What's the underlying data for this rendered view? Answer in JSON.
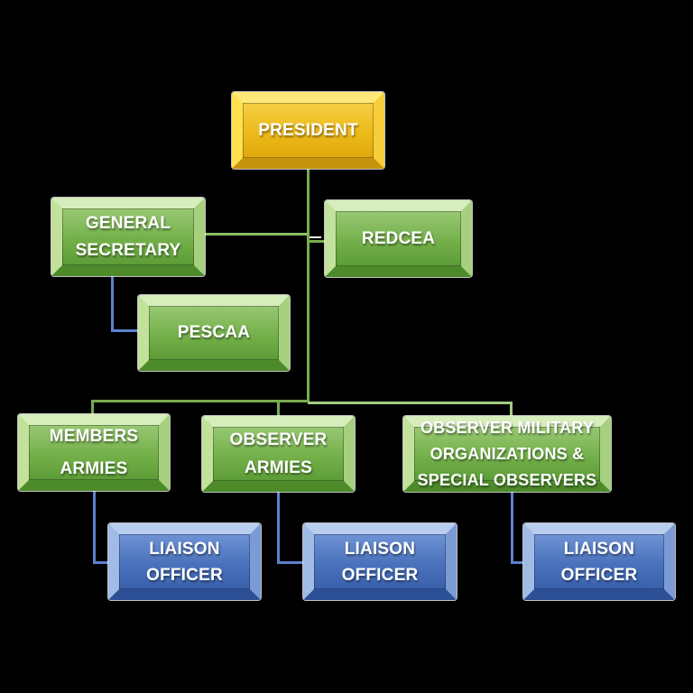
{
  "title": "Organization chart",
  "colors": {
    "background": "#000000",
    "gold_box": "#EDBA1A",
    "green_box": "#74B04A",
    "blue_box": "#4A72BC",
    "green_connector": "#76AC4E",
    "green_connector_light": "#A2CC80",
    "blue_connector": "#5C82CC",
    "text": "#FFFFFF"
  },
  "nodes": {
    "president": {
      "lines": [
        "PRESIDENT"
      ],
      "style": "gold"
    },
    "general_secretary": {
      "lines": [
        "GENERAL",
        "SECRETARY"
      ],
      "style": "green"
    },
    "redcea": {
      "lines": [
        "REDCEA"
      ],
      "style": "green"
    },
    "pescaa": {
      "lines": [
        "PESCAA"
      ],
      "style": "green"
    },
    "members_armies": {
      "lines": [
        "MEMBERS",
        "ARMIES"
      ],
      "style": "green"
    },
    "observer_armies": {
      "lines": [
        "OBSERVER",
        "ARMIES"
      ],
      "style": "green"
    },
    "observer_military": {
      "lines": [
        "OBSERVER MILITARY",
        "ORGANIZATIONS &",
        "SPECIAL OBSERVERS"
      ],
      "style": "green"
    },
    "liaison_members": {
      "lines": [
        "LIAISON",
        "OFFICER"
      ],
      "style": "blue"
    },
    "liaison_observer": {
      "lines": [
        "LIAISON",
        "OFFICER"
      ],
      "style": "blue"
    },
    "liaison_military": {
      "lines": [
        "LIAISON",
        "OFFICER"
      ],
      "style": "blue"
    }
  },
  "edges": [
    {
      "from": "president",
      "to": "general_secretary",
      "color": "green"
    },
    {
      "from": "president",
      "to": "redcea",
      "color": "green"
    },
    {
      "from": "president",
      "to": "members_armies",
      "color": "green"
    },
    {
      "from": "president",
      "to": "observer_armies",
      "color": "green"
    },
    {
      "from": "president",
      "to": "observer_military",
      "color": "green"
    },
    {
      "from": "general_secretary",
      "to": "pescaa",
      "color": "blue"
    },
    {
      "from": "members_armies",
      "to": "liaison_members",
      "color": "blue"
    },
    {
      "from": "observer_armies",
      "to": "liaison_observer",
      "color": "blue"
    },
    {
      "from": "observer_military",
      "to": "liaison_military",
      "color": "blue"
    }
  ]
}
